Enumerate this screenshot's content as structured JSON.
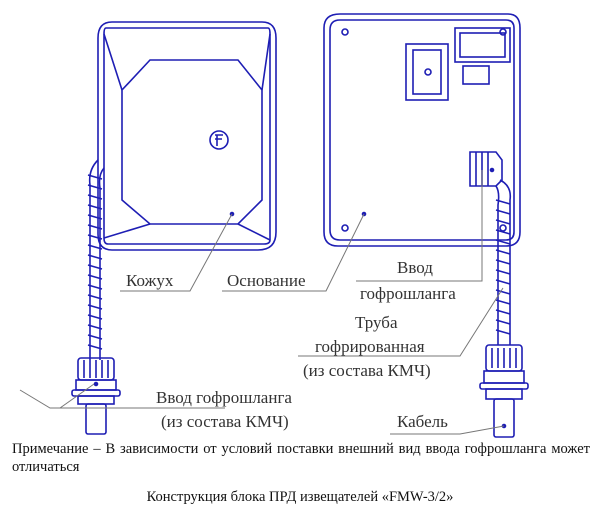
{
  "labels": {
    "cover": "Кожух",
    "base": "Основание",
    "hose_entry_line1": "Ввод",
    "hose_entry_line2": "гофрошланга",
    "tube_line1": "Труба",
    "tube_line2": "гофрированная",
    "tube_line3": "(из состава КМЧ)",
    "left_entry_line1": "Ввод гофрошланга",
    "left_entry_line2": "(из состава КМЧ)",
    "cable": "Кабель"
  },
  "note": "Примечание – В зависимости от условий поставки внешний вид ввода гофрошланга может отличаться",
  "caption": "Конструкция блока ПРД извещателей «FMW-3/2»",
  "colors": {
    "drawing": "#1e1eb4",
    "leader": "#777777"
  }
}
